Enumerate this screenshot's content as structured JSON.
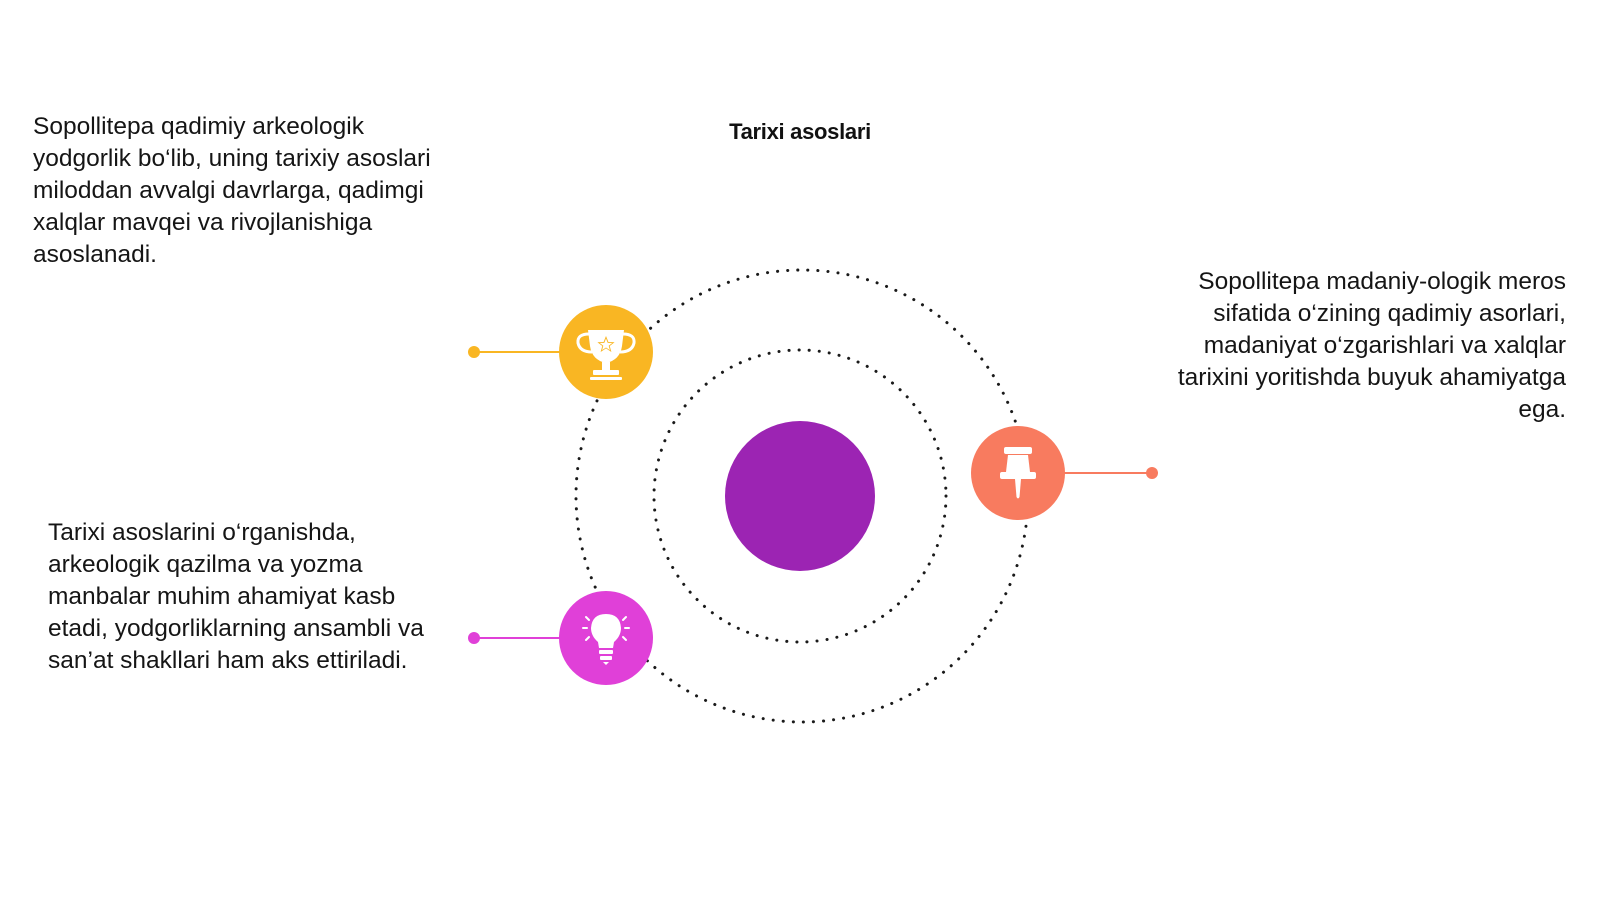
{
  "title": "Tarixi asoslari",
  "colors": {
    "center": "#9c24b3",
    "trophy": "#f9b623",
    "pin": "#f87b5f",
    "bulb": "#e040d8",
    "orbit": "#1a1a1a",
    "icon_glyph": "#ffffff"
  },
  "nodes": [
    {
      "id": "trophy",
      "icon": "trophy-icon",
      "color_key": "trophy",
      "text": "Sopollitepa qadimiy arkeologik yodgorlik bo‘lib, uning tarixiy asoslari miloddan avvalgi davrlarga, qadimgi xalqlar mavqei va rivojlanishiga asoslanadi."
    },
    {
      "id": "pin",
      "icon": "pushpin-icon",
      "color_key": "pin",
      "text": "Sopollitepa madaniy-ologik meros sifatida o‘zining qadimiy asorlari, madaniyat o‘zgarishlari va xalqlar tarixini yoritishda buyuk ahamiyatga ega."
    },
    {
      "id": "bulb",
      "icon": "lightbulb-icon",
      "color_key": "bulb",
      "text": "Tarixi asoslarini o‘rganishda, arkeologik qazilma va yozma manbalar muhim ahamiyat kasb etadi, yodgorliklarning ansambli va san’at shakllari ham aks ettiriladi."
    }
  ]
}
